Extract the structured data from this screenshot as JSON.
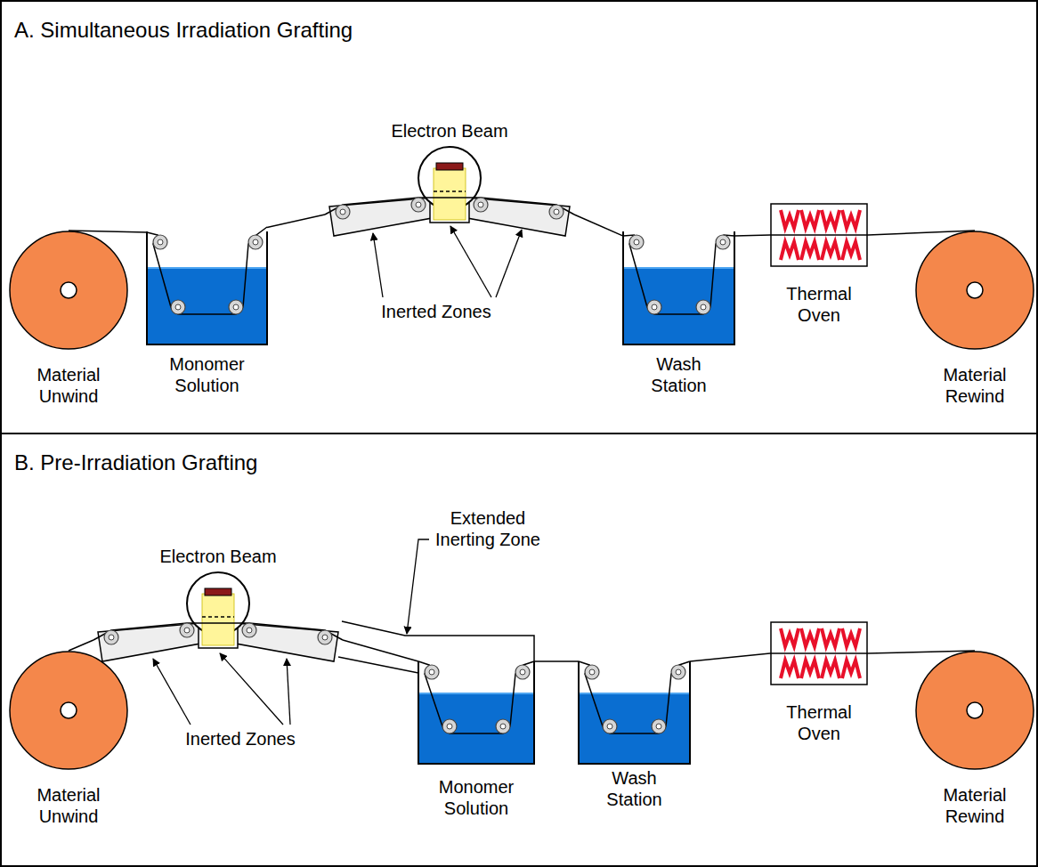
{
  "diagram": {
    "nodes": [
      {
        "text": [
          "A. Simultaneous Irradiation Grafting"
        ]
      },
      {
        "text": [
          "Material Unwind"
        ],
        "in": 0
      },
      {
        "text": [
          "Monomer Solution"
        ],
        "in": 0
      },
      {
        "text": [
          "Electron Beam"
        ],
        "in": 0
      },
      {
        "text": [
          "Wash Station"
        ],
        "in": 0
      },
      {
        "text": [
          "Thermal Oven"
        ],
        "in": 0
      },
      {
        "text": [
          "Material Rewind"
        ],
        "in": 0
      },
      {
        "text": [
          "B. Pre-Irradiation Grafting"
        ]
      },
      {
        "text": [
          "Material Unwind"
        ],
        "in": 7
      },
      {
        "text": [
          "Electron Beam"
        ],
        "in": 7
      },
      {
        "text": [
          "Monomer Solution"
        ],
        "in": 7
      },
      {
        "text": [
          "Wash Station"
        ],
        "in": 7
      },
      {
        "text": [
          "Thermal Oven"
        ],
        "in": 7
      },
      {
        "text": [
          "Material Rewind"
        ],
        "in": 7
      }
    ],
    "edges": [
      {
        "from": 1,
        "to": 2,
        "arrow": "none"
      },
      {
        "from": 2,
        "to": 3,
        "arrow": "none"
      },
      {
        "from": 3,
        "to": 4,
        "arrow": "none"
      },
      {
        "from": 4,
        "to": 5,
        "arrow": "none"
      },
      {
        "from": 5,
        "to": 6,
        "arrow": "none"
      },
      {
        "from": 8,
        "to": 9,
        "arrow": "none"
      },
      {
        "from": 9,
        "to": 10,
        "arrow": "none"
      },
      {
        "from": 10,
        "to": 11,
        "arrow": "none"
      },
      {
        "from": 11,
        "to": 12,
        "arrow": "none"
      },
      {
        "from": 12,
        "to": 13,
        "arrow": "none"
      }
    ],
    "labels": [
      "Inerted Zones",
      "Extended Inerting Zone",
      "Inerted Zones"
    ]
  }
}
